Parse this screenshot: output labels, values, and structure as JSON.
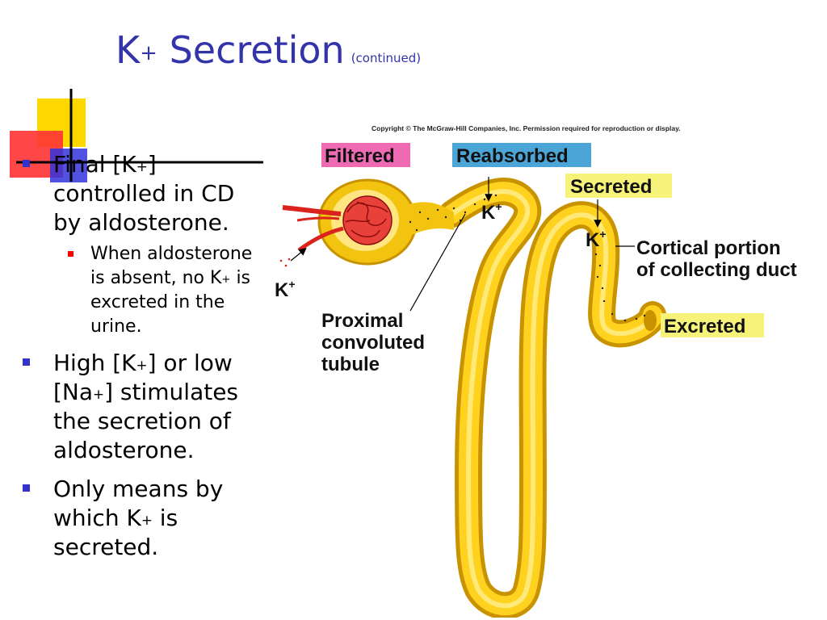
{
  "slide": {
    "title_main": "K",
    "title_sup": "+",
    "title_rest": " Secretion",
    "title_sub": "(continued)"
  },
  "bullets": {
    "b1": {
      "t1": "Final [K",
      "sup": "+",
      "t2": "] controlled in CD by aldosterone."
    },
    "b1_sub": {
      "t1": "When aldosterone is absent, no K",
      "sup": "+",
      "t2": " is excreted in the urine."
    },
    "b2": {
      "t1": "High [K",
      "sup1": "+",
      "t2": "] or low [Na",
      "sup2": "+",
      "t3": "] stimulates the secretion of aldosterone."
    },
    "b3": {
      "t1": "Only means by which K",
      "sup": "+",
      "t2": " is secreted."
    }
  },
  "figure": {
    "copyright": "Copyright © The McGraw-Hill Companies, Inc. Permission required for reproduction or display.",
    "labels": {
      "filtered": "Filtered",
      "reabsorbed": "Reabsorbed",
      "secreted": "Secreted",
      "excreted": "Excreted",
      "k_left": "K",
      "k_reabs": "K",
      "k_secr": "K",
      "plus": "+",
      "pct_line1": "Proximal",
      "pct_line2": "convoluted",
      "pct_line3": "tubule",
      "ccd_line1": "Cortical portion",
      "ccd_line2": "of collecting duct"
    },
    "colors": {
      "tubule": "#f2c40f",
      "vessel": "#d9231c",
      "filtered_box": "#ee6bb4",
      "reabsorbed_box": "#4ba5d6",
      "secreted_box": "#f6f27a",
      "excreted_box": "#f6f27a"
    }
  }
}
